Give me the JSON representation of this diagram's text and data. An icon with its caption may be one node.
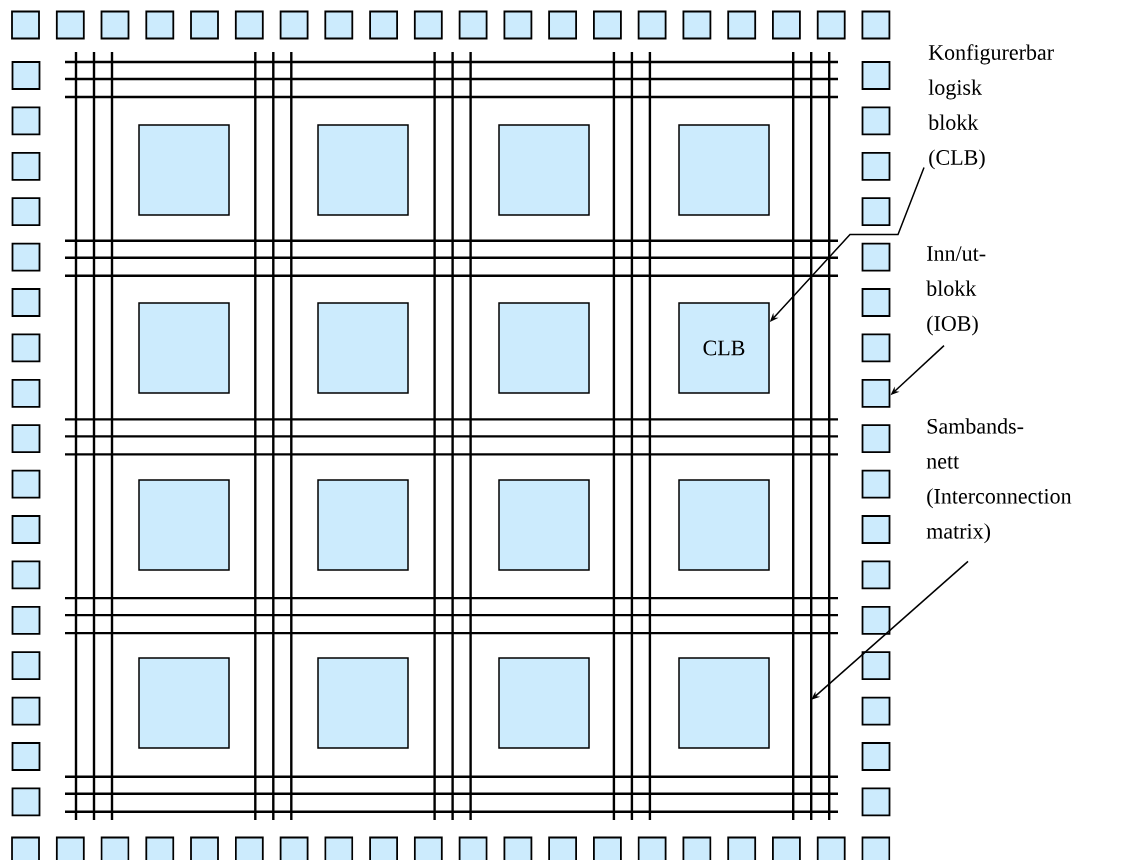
{
  "diagram": {
    "nodes": [
      {
        "text": [],
        "shape": "box"
      },
      {
        "text": [],
        "shape": "box"
      },
      {
        "text": [],
        "shape": "box"
      },
      {
        "text": [],
        "shape": "box"
      },
      {
        "text": [],
        "shape": "box"
      },
      {
        "text": [],
        "shape": "box"
      },
      {
        "text": [],
        "shape": "box"
      },
      {
        "text": [],
        "shape": "box"
      },
      {
        "text": [],
        "shape": "box"
      },
      {
        "text": [],
        "shape": "box"
      },
      {
        "text": [],
        "shape": "box"
      },
      {
        "text": [],
        "shape": "box"
      },
      {
        "text": [],
        "shape": "box"
      },
      {
        "text": [],
        "shape": "box"
      },
      {
        "text": [],
        "shape": "box"
      },
      {
        "text": [],
        "shape": "box"
      },
      {
        "text": [],
        "shape": "box"
      },
      {
        "text": [],
        "shape": "box"
      },
      {
        "text": [],
        "shape": "box"
      },
      {
        "text": [],
        "shape": "box"
      },
      {
        "text": [],
        "shape": "box"
      },
      {
        "text": [],
        "shape": "box"
      },
      {
        "text": [],
        "shape": "box"
      },
      {
        "text": [],
        "shape": "box"
      },
      {
        "text": [],
        "shape": "box"
      },
      {
        "text": [],
        "shape": "box"
      },
      {
        "text": [],
        "shape": "box"
      },
      {
        "text": [],
        "shape": "box"
      },
      {
        "text": [],
        "shape": "box"
      },
      {
        "text": [],
        "shape": "box"
      },
      {
        "text": [],
        "shape": "box"
      },
      {
        "text": [],
        "shape": "box"
      },
      {
        "text": [],
        "shape": "box"
      },
      {
        "text": [],
        "shape": "box"
      },
      {
        "text": [],
        "shape": "box"
      },
      {
        "text": [],
        "shape": "box"
      },
      {
        "text": [],
        "shape": "box"
      },
      {
        "text": [],
        "shape": "box"
      },
      {
        "text": [],
        "shape": "box"
      },
      {
        "text": [],
        "shape": "box"
      },
      {
        "text": [],
        "shape": "box"
      },
      {
        "text": [],
        "shape": "box"
      },
      {
        "text": [],
        "shape": "box"
      },
      {
        "text": [],
        "shape": "box"
      },
      {
        "text": [
          "CLB"
        ]
      },
      {
        "text": [],
        "shape": "box"
      },
      {
        "text": [],
        "shape": "box"
      },
      {
        "text": [],
        "shape": "box"
      },
      {
        "text": [],
        "shape": "box"
      },
      {
        "text": [],
        "shape": "box"
      },
      {
        "text": [],
        "shape": "box"
      },
      {
        "text": [],
        "shape": "box"
      },
      {
        "text": [],
        "shape": "box"
      },
      {
        "text": [],
        "shape": "box"
      },
      {
        "text": [],
        "shape": "box"
      },
      {
        "text": [],
        "shape": "box"
      },
      {
        "text": [],
        "shape": "box"
      },
      {
        "text": [],
        "shape": "box"
      },
      {
        "text": [],
        "shape": "box"
      },
      {
        "text": [],
        "shape": "box"
      },
      {
        "text": [],
        "shape": "box"
      },
      {
        "text": [],
        "shape": "box"
      },
      {
        "text": [],
        "shape": "box"
      },
      {
        "text": [],
        "shape": "box"
      },
      {
        "text": [],
        "shape": "box"
      },
      {
        "text": [],
        "shape": "box"
      },
      {
        "text": [],
        "shape": "box"
      },
      {
        "text": [],
        "shape": "box"
      },
      {
        "text": [],
        "shape": "box"
      },
      {
        "text": [],
        "shape": "box"
      },
      {
        "text": [],
        "shape": "box"
      },
      {
        "text": [],
        "shape": "box"
      },
      {
        "text": [],
        "shape": "box"
      },
      {
        "text": [],
        "shape": "box"
      },
      {
        "text": [],
        "shape": "box"
      },
      {
        "text": [],
        "shape": "box"
      },
      {
        "text": [],
        "shape": "box"
      },
      {
        "text": [],
        "shape": "box"
      },
      {
        "text": [],
        "shape": "box"
      },
      {
        "text": [],
        "shape": "box"
      },
      {
        "text": [],
        "shape": "box"
      },
      {
        "text": [],
        "shape": "box"
      },
      {
        "text": [],
        "shape": "box"
      },
      {
        "text": [],
        "shape": "box"
      },
      {
        "text": [],
        "shape": "box"
      },
      {
        "text": [],
        "shape": "box"
      },
      {
        "text": [],
        "shape": "box"
      },
      {
        "text": [],
        "shape": "box"
      },
      {
        "text": [],
        "shape": "box"
      },
      {
        "text": [],
        "shape": "box"
      },
      {
        "text": [
          "Konfigurerbar logisk blokk (CLB)"
        ]
      },
      {
        "text": [
          "Inn/ut- blokk (IOB)"
        ]
      },
      {
        "text": [
          "Sambands- nett (Interconnection matrix)"
        ]
      }
    ],
    "edges": [
      {
        "from": 90,
        "to": 44,
        "arrow": "to"
      },
      {
        "from": 91,
        "to": 60,
        "arrow": "to"
      },
      {
        "from": 92,
        "to": null,
        "arrow": "to"
      }
    ]
  }
}
